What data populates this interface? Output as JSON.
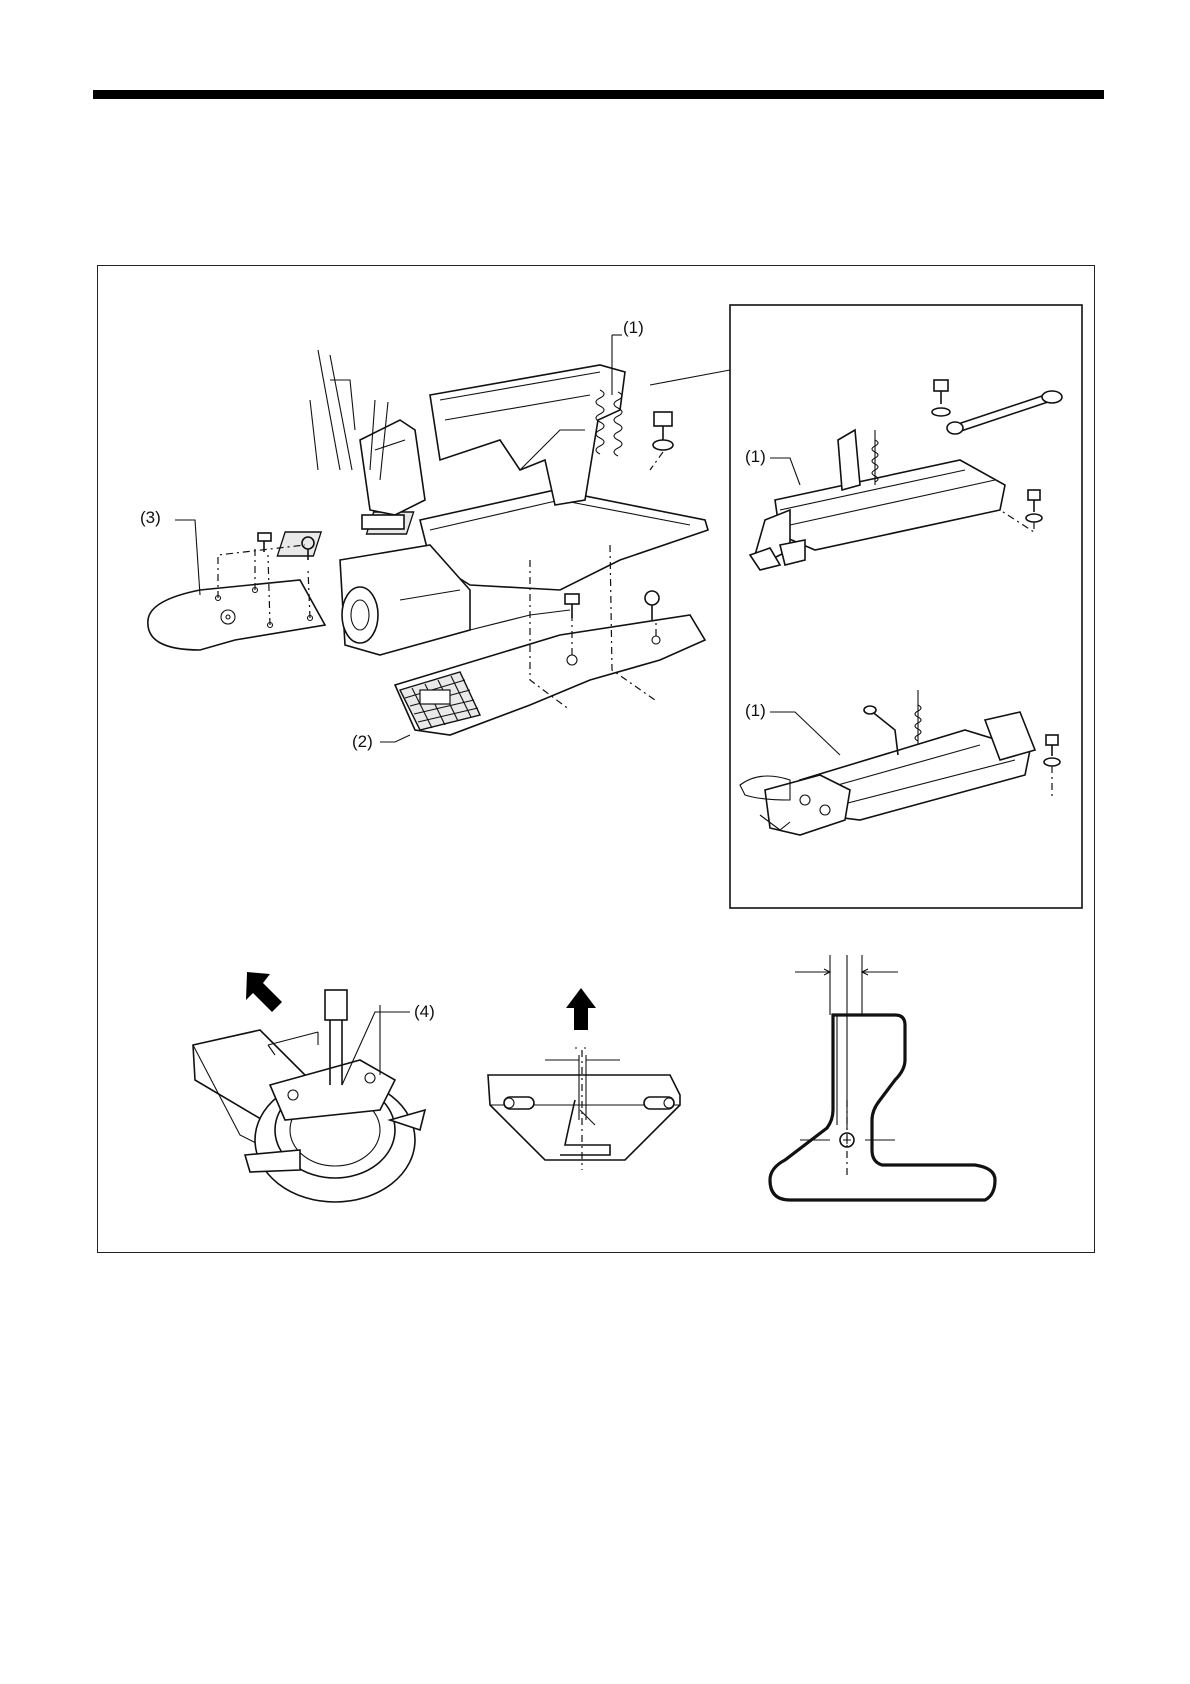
{
  "callouts": {
    "c1_main": "(1)",
    "c3": "(3)",
    "c2": "(2)",
    "c1_inset_top": "(1)",
    "c1_inset_bottom": "(1)",
    "c4": "(4)"
  },
  "icons": {
    "arrow_diagonal": "arrow-up-left-icon",
    "arrow_up": "arrow-up-icon"
  }
}
